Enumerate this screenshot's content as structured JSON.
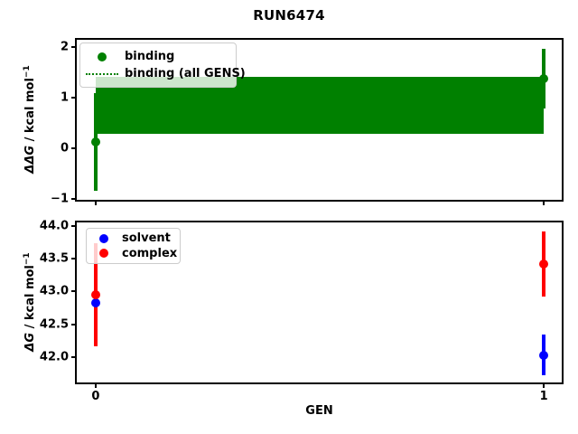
{
  "figure": {
    "title": "RUN6474",
    "xlabel": "GEN",
    "background": "#ffffff"
  },
  "chart_data": [
    {
      "type": "errorbar",
      "ylabel": {
        "math": "ΔΔG",
        "rest": " / kcal mol",
        "sup": "−1"
      },
      "x": [
        0,
        1
      ],
      "xlim": [
        -0.042,
        1.04
      ],
      "ylim": [
        -1.02,
        2.15
      ],
      "yticks": [
        "2",
        "1",
        "0",
        "−1"
      ],
      "ytick_values": [
        2,
        1,
        0,
        -1
      ],
      "xticks": [
        "",
        ""
      ],
      "xtick_values": [
        0,
        1
      ],
      "grid": false,
      "legend": {
        "position": "upper-left",
        "items": [
          {
            "label": "binding",
            "handle": "dot",
            "color": "#008000"
          },
          {
            "label": "binding (all GENS)",
            "handle": "dotted-line",
            "color": "#008000"
          }
        ]
      },
      "band": {
        "name": "binding (all GENS)",
        "color": "#008000",
        "x0": 0,
        "x1": 1,
        "center": 0.85,
        "y0": 0.28,
        "y1": 1.42,
        "linestyle": "dotted"
      },
      "series": [
        {
          "name": "binding",
          "color": "#008000",
          "marker": "circle",
          "x": [
            0,
            1
          ],
          "y": [
            0.12,
            1.38
          ],
          "yerr": [
            0.97,
            0.59
          ]
        }
      ]
    },
    {
      "type": "errorbar",
      "ylabel": {
        "math": "ΔG",
        "rest": " / kcal mol",
        "sup": "−1"
      },
      "x": [
        0,
        1
      ],
      "xlim": [
        -0.042,
        1.04
      ],
      "ylim": [
        41.61,
        44.055
      ],
      "yticks": [
        "44.0",
        "43.5",
        "43.0",
        "42.5",
        "42.0"
      ],
      "ytick_values": [
        44.0,
        43.5,
        43.0,
        42.5,
        42.0
      ],
      "xticks": [
        "0",
        "1"
      ],
      "xtick_values": [
        0,
        1
      ],
      "grid": false,
      "legend": {
        "position": "upper-left",
        "items": [
          {
            "label": "solvent",
            "handle": "dot",
            "color": "#0000ff"
          },
          {
            "label": "complex",
            "handle": "dot",
            "color": "#ff0000"
          }
        ]
      },
      "series": [
        {
          "name": "solvent",
          "color": "#0000ff",
          "marker": "circle",
          "x": [
            0,
            1
          ],
          "y": [
            42.83,
            42.03
          ],
          "yerr": [
            0.35,
            0.31
          ]
        },
        {
          "name": "complex",
          "color": "#ff0000",
          "marker": "circle",
          "x": [
            0,
            1
          ],
          "y": [
            42.95,
            43.42
          ],
          "yerr": [
            0.79,
            0.5
          ]
        }
      ]
    }
  ]
}
